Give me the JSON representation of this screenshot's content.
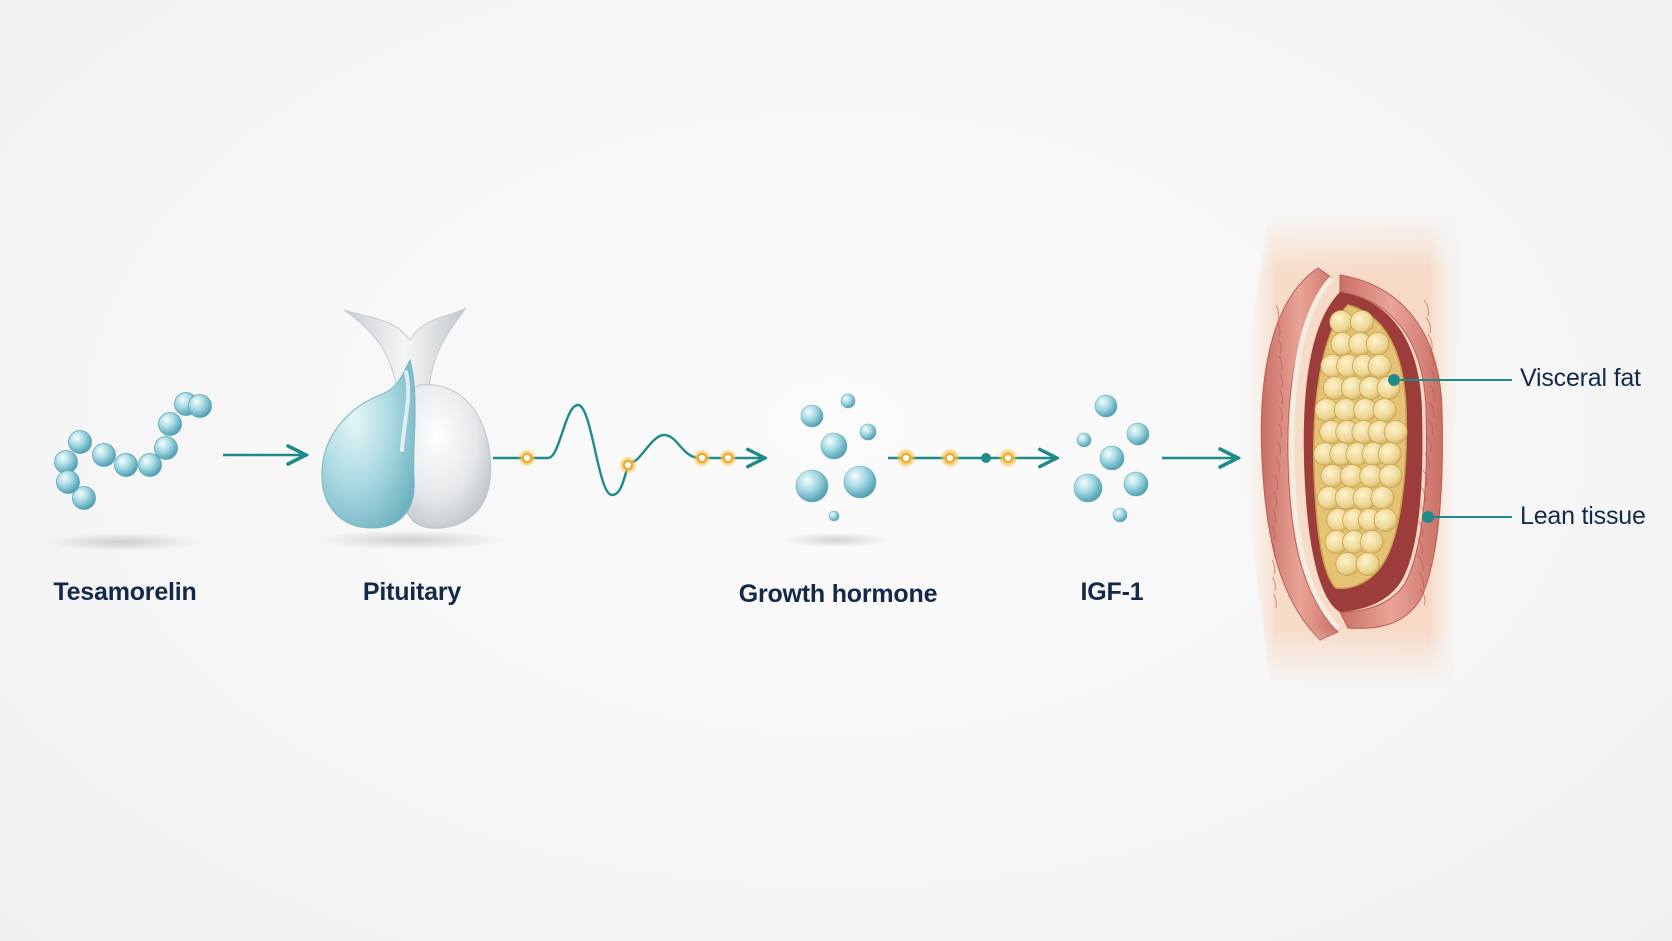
{
  "title": "",
  "labels": {
    "tesamorelin": "Tesamorelin",
    "pituitary": "Pituitary",
    "growth_hormone": "Growth hormone",
    "igf1": "IGF-1",
    "visceral_fat": "Visceral fat",
    "lean_tissue": "Lean tissue"
  },
  "colors": {
    "teal": "#1f8a8a",
    "bead_light": "#d8f0f4",
    "bead_dark": "#5fb1c2",
    "signal_orange": "#f0a020",
    "text_navy": "#14284a",
    "fat_yellow": "#ecd592",
    "muscle_pink": "#d7867c",
    "skin": "#f7dfcf"
  },
  "icons": {
    "peptide": "peptide-chain-icon",
    "gland": "pituitary-gland-icon",
    "hormone": "hormone-particles-icon",
    "igf": "igf1-particles-icon",
    "tissue": "abdominal-cross-section-icon"
  }
}
